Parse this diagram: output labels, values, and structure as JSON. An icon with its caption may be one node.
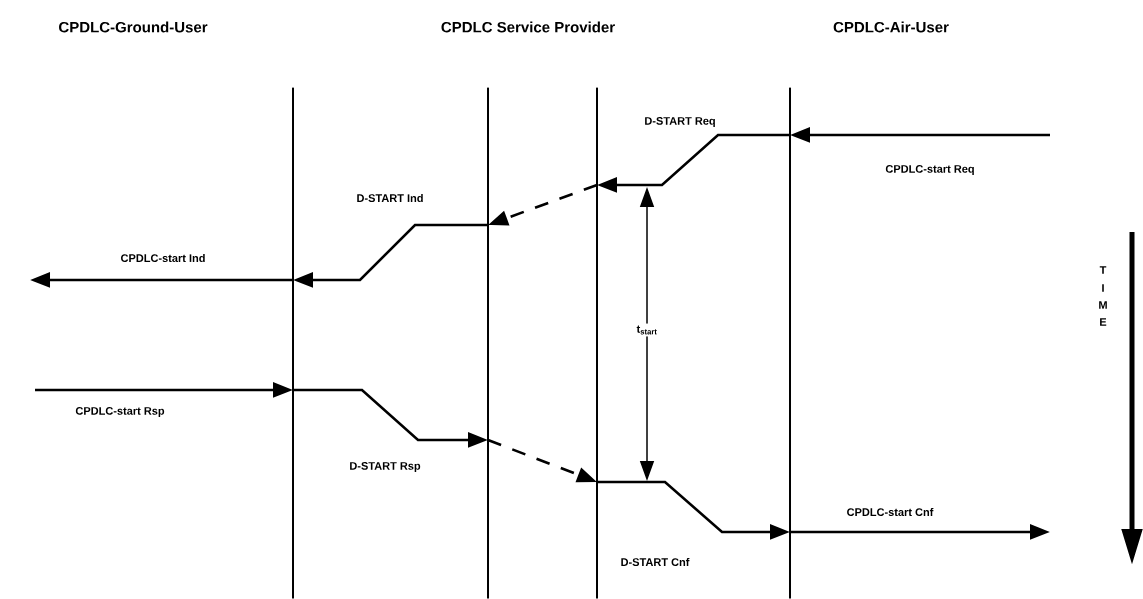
{
  "diagram": {
    "nodes": [
      {
        "text": [],
        "shape": "bar"
      },
      {
        "text": [],
        "shape": "bar"
      },
      {
        "text": [],
        "shape": "bar"
      },
      {
        "text": [],
        "shape": "bar"
      }
    ],
    "edges": [
      {
        "from": null,
        "to": 3,
        "arrow": "to",
        "label": "CPDLC-start Req"
      },
      {
        "from": 3,
        "to": 2,
        "arrow": "to",
        "label": "D-START Req"
      },
      {
        "from": 2,
        "to": 1,
        "arrow": "to",
        "style": "dashed"
      },
      {
        "from": 1,
        "to": 0,
        "arrow": "to",
        "label": "D-START Ind"
      },
      {
        "from": 0,
        "to": null,
        "arrow": "to",
        "label": "CPDLC-start Ind"
      },
      {
        "from": null,
        "to": 0,
        "arrow": "to",
        "label": "CPDLC-start Rsp"
      },
      {
        "from": 0,
        "to": 1,
        "arrow": "to",
        "label": "D-START Rsp"
      },
      {
        "from": 1,
        "to": 2,
        "arrow": "to",
        "style": "dashed"
      },
      {
        "from": 2,
        "to": 3,
        "arrow": "to",
        "label": "D-START Cnf"
      },
      {
        "from": 3,
        "to": null,
        "arrow": "to",
        "label": "CPDLC-start Cnf"
      }
    ],
    "labels": [
      "CPDLC-Ground-User",
      "CPDLC Service Provider",
      "CPDLC-Air-User",
      "t$_{start}$",
      "T",
      "I",
      "M",
      "E"
    ]
  }
}
